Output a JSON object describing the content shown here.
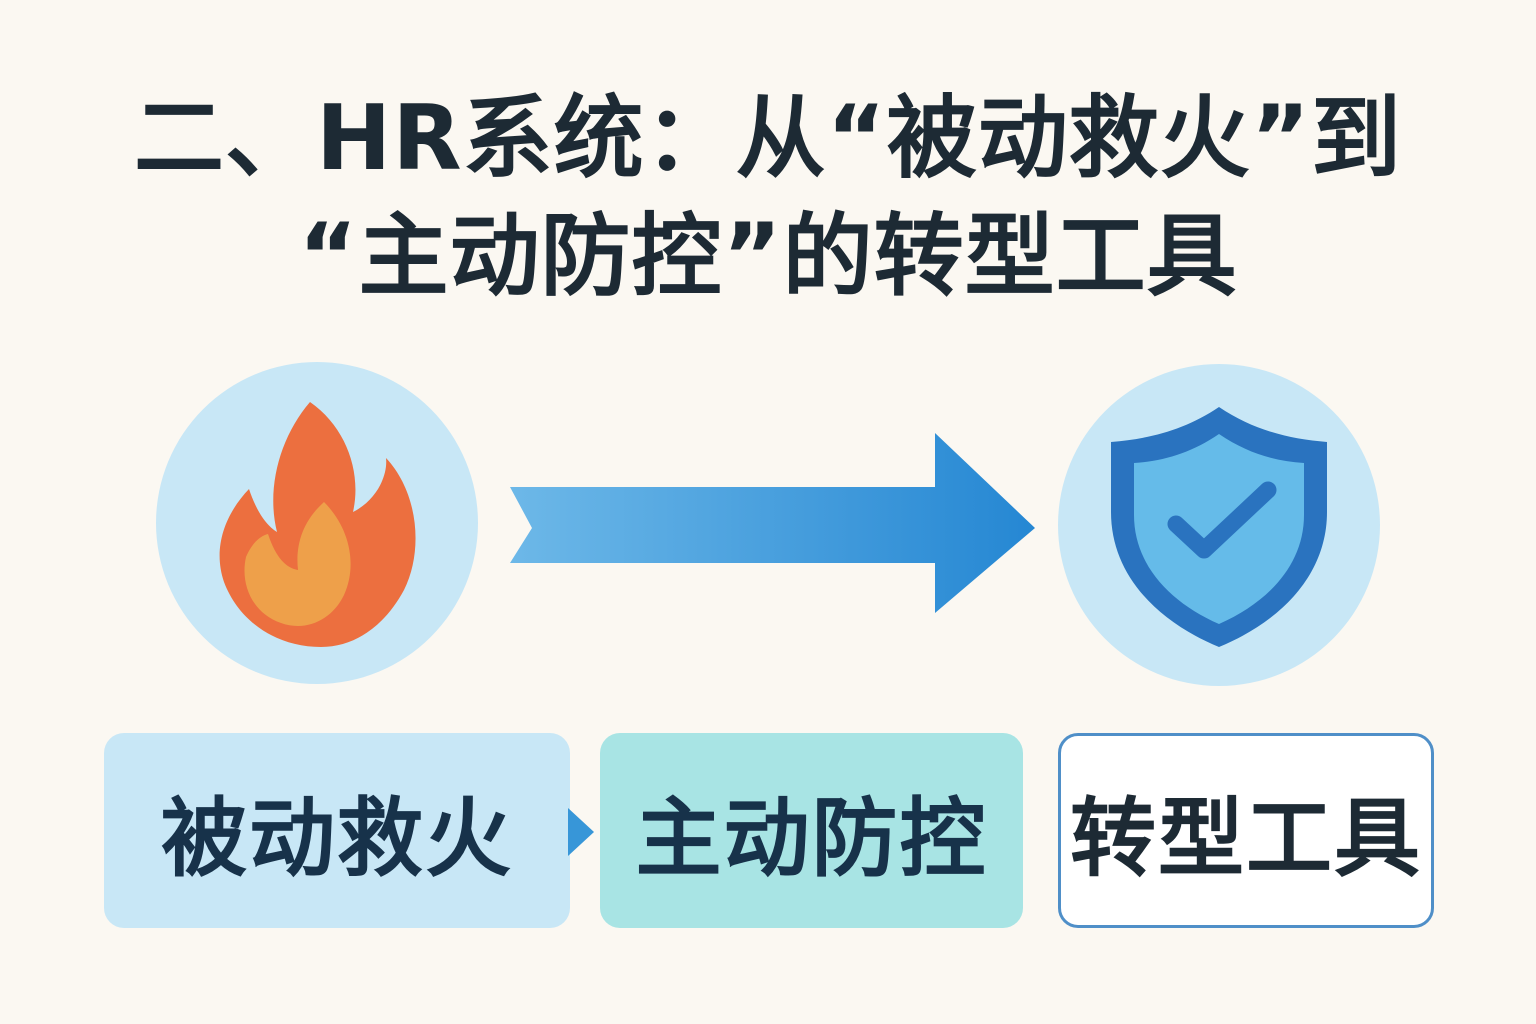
{
  "title": {
    "line1": "二、HR系统：从“被动救火”到",
    "line2": "“主动防控”的转型工具"
  },
  "icons": {
    "left": "fire-icon",
    "right": "shield-check-icon"
  },
  "stages": [
    {
      "label": "被动救火"
    },
    {
      "label": "主动防控"
    },
    {
      "label": "转型工具"
    }
  ],
  "colors": {
    "background": "#fbf8f2",
    "title": "#1d2a34",
    "circle": "#c8e7f6",
    "fire_outer": "#ec6f3f",
    "fire_inner": "#eea04a",
    "shield_dark": "#2a73bf",
    "shield_light": "#65bbe9",
    "arrow_start": "#6db8e8",
    "arrow_end": "#2587d3",
    "stage_1": "#c8e7f6",
    "stage_2": "#a8e4e4",
    "stage_3_border": "#4f8fc8"
  }
}
